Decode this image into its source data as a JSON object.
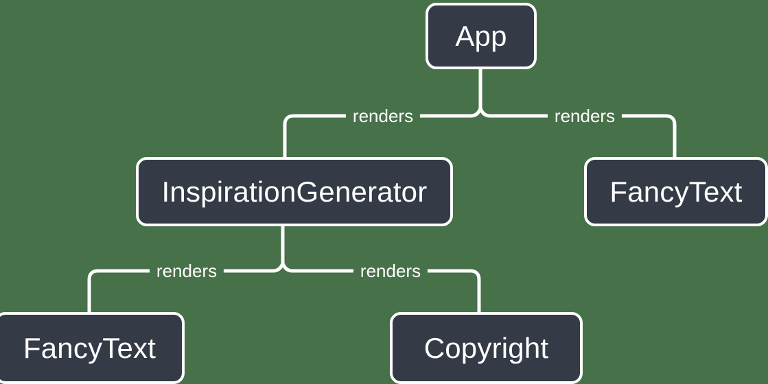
{
  "diagram": {
    "type": "component-tree",
    "background_color": "#477149",
    "node_fill_color": "#343a46",
    "node_border_color": "#ffffff",
    "text_color": "#ffffff",
    "nodes": [
      {
        "id": "app",
        "label": "App"
      },
      {
        "id": "inspgen",
        "label": "InspirationGenerator"
      },
      {
        "id": "fancy_right",
        "label": "FancyText"
      },
      {
        "id": "fancy_left",
        "label": "FancyText"
      },
      {
        "id": "copyright",
        "label": "Copyright"
      }
    ],
    "edges": [
      {
        "from": "app",
        "to": "inspgen",
        "label": "renders"
      },
      {
        "from": "app",
        "to": "fancy_right",
        "label": "renders"
      },
      {
        "from": "inspgen",
        "to": "fancy_left",
        "label": "renders"
      },
      {
        "from": "inspgen",
        "to": "copyright",
        "label": "renders"
      }
    ]
  }
}
